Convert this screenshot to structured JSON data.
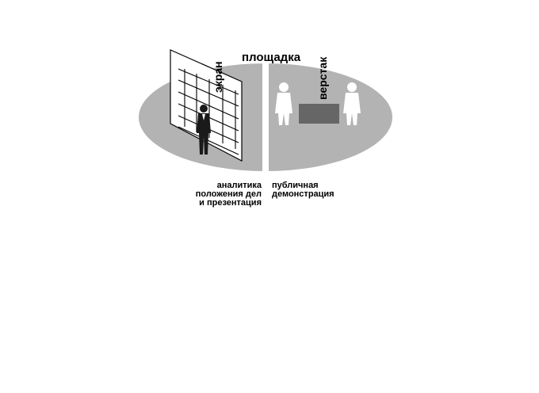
{
  "diagram": {
    "title": "площадка",
    "screen_label": "экран",
    "workbench_label": "верстак",
    "left_caption": [
      "аналитика",
      "положения дел",
      "и презентация"
    ],
    "right_caption": [
      "публичная",
      "демонстрация"
    ]
  },
  "colors": {
    "platform": "#b3b3b3",
    "workbench": "#666666",
    "figure_light": "#ffffff",
    "figure_dark": "#1a1a1a",
    "ink": "#000000"
  }
}
